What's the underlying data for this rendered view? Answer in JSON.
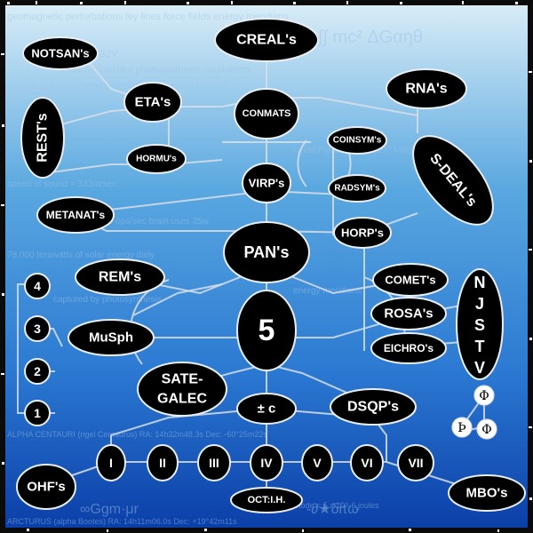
{
  "nodes": {
    "notsan": "NOTSAN's",
    "creal": "CREAL's",
    "rna": "RNA's",
    "eta": "ETA's",
    "rest": "REST's",
    "conmats": "CONMATS",
    "hormu": "HORMU's",
    "coinsym": "COINSYM's",
    "radsym": "RADSYM's",
    "virp": "VIRP's",
    "sdeal": "S-DEAL's",
    "metanat": "METANAT's",
    "horp": "HORP's",
    "pan": "PAN's",
    "rem": "REM's",
    "comet": "COMET's",
    "njstv": "NJSTV",
    "rosa": "ROSA's",
    "muspf": "MuSph",
    "five": "5",
    "eichro": "EICHRO's",
    "sategalec_1": "SATE-",
    "sategalec_2": "GALEC",
    "pmc": "± c",
    "dsqp": "DSQP's",
    "ohf": "OHF's",
    "mbo": "MBO's",
    "oct": "OCT:I.H."
  },
  "numbers": [
    "4",
    "3",
    "2",
    "1"
  ],
  "romans": [
    "I",
    "II",
    "III",
    "IV",
    "V",
    "VI",
    "VII"
  ],
  "symbols": {
    "top": "Φ",
    "left": "Þ",
    "right": "Φ"
  },
  "background_text": {
    "line1": "geomagnetic perturbations     ley lines     force fields     energy meridians",
    "line2": "spect: G2V",
    "line3": "Hubble constant    photosynthesis    respiration",
    "line4": "corpus callosum     Schwarzchild radius     event horizon",
    "line5": "synchrotron radiation",
    "line6": "pi-mesons     Golden Section     perception",
    "line7": "Great Pyramid = 51.827°     Milky Way",
    "line8": "speed of sound = 343m/sec",
    "line9": "10^14 synapse-ops/sec     brain uses 25w",
    "line10": "78,000 terawatts of solar energy daily",
    "line11": "captured by photosynthesis",
    "line12": "energy meridians",
    "line13": "ALPHA CENTAURI (rigel Centaurus) RA: 14h32m48.3s   Dec: -60°25m22s",
    "line14": "ARCTURUS (alpha Bootes) RA: 14h11m06.0s  Dec: +19°42m11s",
    "line15": "Ranvier node = 5 x 10^-6 joules",
    "formula_top": "Σ ∫∫ mc² ΔGαηθ",
    "formula_bottom": "-∂★δiτω",
    "formula_left": "∞Ggm·μr"
  },
  "colors": {
    "gradient_top": "#d8ecf7",
    "gradient_mid": "#3a8fd8",
    "gradient_bottom": "#0b3fa8",
    "node_fill": "#000000",
    "node_stroke": "#eef2f7",
    "frame": "#111111"
  }
}
